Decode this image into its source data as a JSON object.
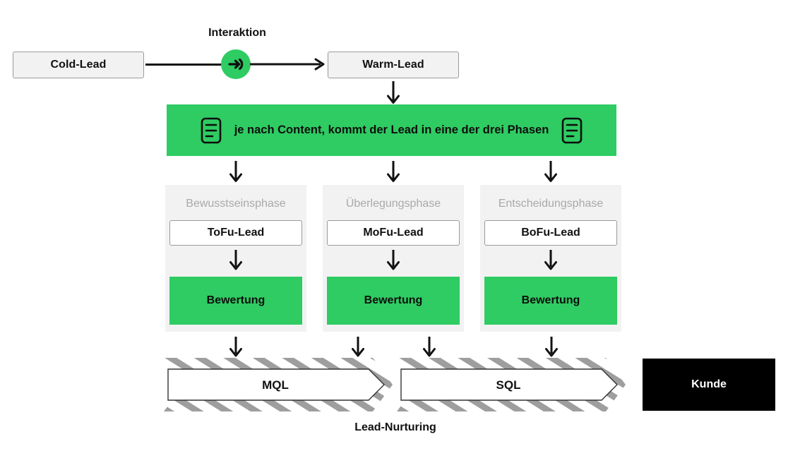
{
  "diagram": {
    "title_label": "Interaktion",
    "bottom_label": "Lead-Nurturing"
  },
  "top_flow": {
    "cold_lead": "Cold-Lead",
    "interaction_label": "Interaktion",
    "interaction_icon": "login-arrow-icon",
    "warm_lead": "Warm-Lead"
  },
  "banner": {
    "text": "je nach Content, kommt der Lead in eine der drei Phasen",
    "left_icon": "document-lines-icon",
    "right_icon": "document-lines-icon",
    "color": "#2ecc62"
  },
  "phases": [
    {
      "title": "Bewusstseinsphase",
      "lead": "ToFu-Lead",
      "score": "Bewertung"
    },
    {
      "title": "Überlegungsphase",
      "lead": "MoFu-Lead",
      "score": "Bewertung"
    },
    {
      "title": "Entscheidungsphase",
      "lead": "BoFu-Lead",
      "score": "Bewertung"
    }
  ],
  "nurturing": {
    "stages": [
      "MQL",
      "SQL"
    ],
    "label": "Lead-Nurturing",
    "hatch_color": "#9e9e9e"
  },
  "customer": {
    "label": "Kunde",
    "background": "#000000",
    "text_color": "#ffffff"
  },
  "colors": {
    "green": "#2ecc62",
    "light_gray": "#f2f2f2",
    "border_gray": "#9a9a9a",
    "muted_text": "#a9a9a9",
    "black": "#000000"
  }
}
